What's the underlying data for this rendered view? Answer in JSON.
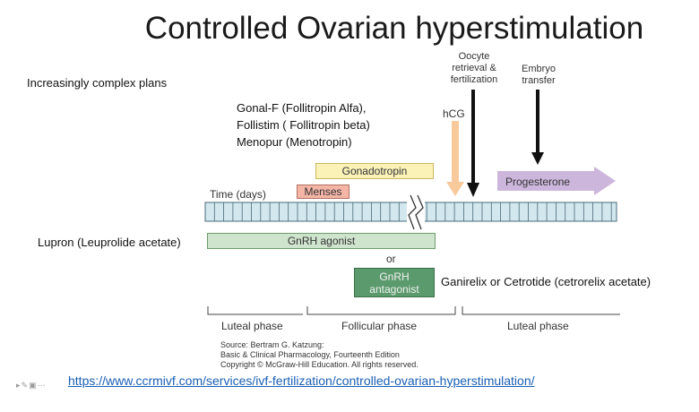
{
  "slide": {
    "title": "Controlled Ovarian hyperstimulation",
    "subtitle": "Increasingly complex plans",
    "drugs": [
      "Gonal-F (Follitropin Alfa),",
      "Follistim ( Follitropin beta)",
      "Menopur (Menotropin)"
    ],
    "lupron_label": "Lupron (Leuprolide acetate)",
    "antagonist_note": "Ganirelix or Cetrotide (cetrorelix acetate)",
    "url": "https://www.ccrmivf.com/services/ivf-fertilization/controlled-ovarian-hyperstimulation/"
  },
  "diagram": {
    "time_label": "Time (days)",
    "gonadotropin": "Gonadotropin",
    "menses": "Menses",
    "hcg": "hCG",
    "oocyte": [
      "Oocyte",
      "retrieval &",
      "fertilization"
    ],
    "embryo": [
      "Embryo",
      "transfer"
    ],
    "progesterone": "Progesterone",
    "gnrh_agonist": "GnRH agonist",
    "or": "or",
    "gnrh_antagonist": [
      "GnRH",
      "antagonist"
    ],
    "phases": [
      "Luteal phase",
      "Follicular phase",
      "Luteal phase"
    ],
    "source": [
      "Source: Bertram G. Katzung:",
      "Basic & Clinical Pharmacology, Fourteenth Edition",
      "Copyright © McGraw-Hill Education. All rights reserved."
    ],
    "colors": {
      "timeline_fill": "#d3e7ee",
      "timeline_border": "#4a6a78",
      "hcg_arrow": "#f8c99a",
      "progesterone_arrow": "#cdb6dc",
      "gonadotropin_fill": "#fbf2b8",
      "menses_fill": "#f4b5a6",
      "agonist_fill": "#cfe4cd",
      "antagonist_fill": "#5a9a6c",
      "url_color": "#1a5fb4"
    }
  }
}
